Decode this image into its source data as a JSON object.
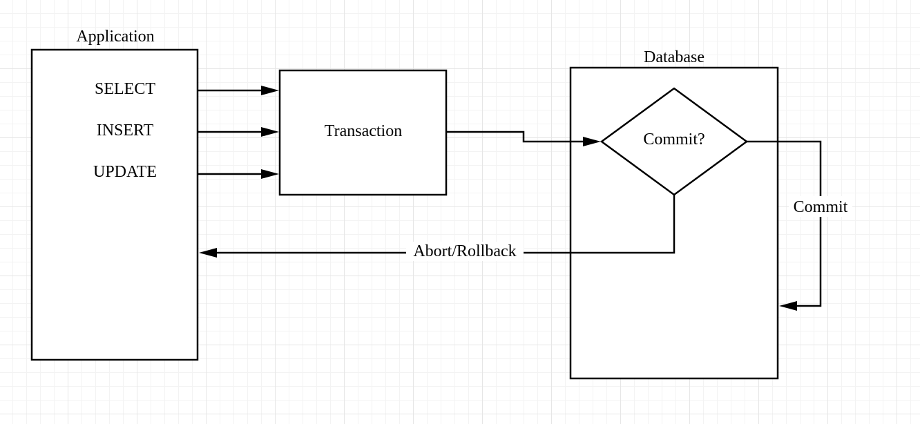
{
  "application": {
    "title": "Application",
    "operations": [
      "SELECT",
      "INSERT",
      "UPDATE"
    ]
  },
  "transaction": {
    "label": "Transaction"
  },
  "database": {
    "title": "Database",
    "decision": "Commit?",
    "commit_label": "Commit"
  },
  "edges": {
    "abort_label": "Abort/Rollback"
  }
}
